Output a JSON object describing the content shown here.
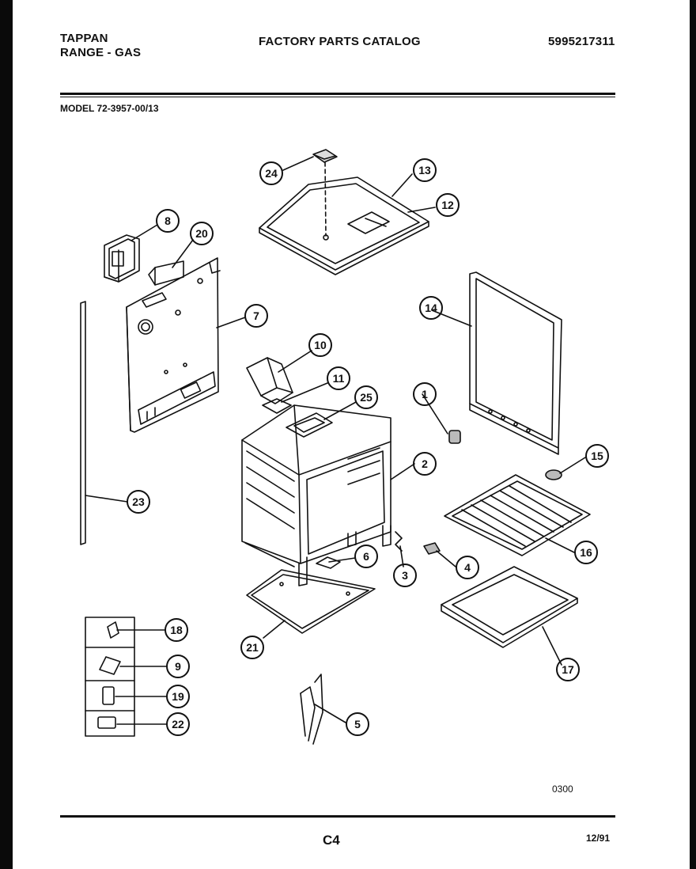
{
  "header": {
    "brand": "TAPPAN",
    "product": "RANGE - GAS",
    "catalog_title": "FACTORY PARTS CATALOG",
    "catalog_number": "5995217311"
  },
  "model": "MODEL 72-3957-00/13",
  "diagram_code": "0300",
  "footer": {
    "page": "C4",
    "date": "12/91"
  },
  "parts": [
    "1",
    "2",
    "3",
    "4",
    "5",
    "6",
    "7",
    "8",
    "9",
    "10",
    "11",
    "12",
    "13",
    "14",
    "15",
    "16",
    "17",
    "18",
    "19",
    "20",
    "21",
    "22",
    "23",
    "24",
    "25"
  ]
}
